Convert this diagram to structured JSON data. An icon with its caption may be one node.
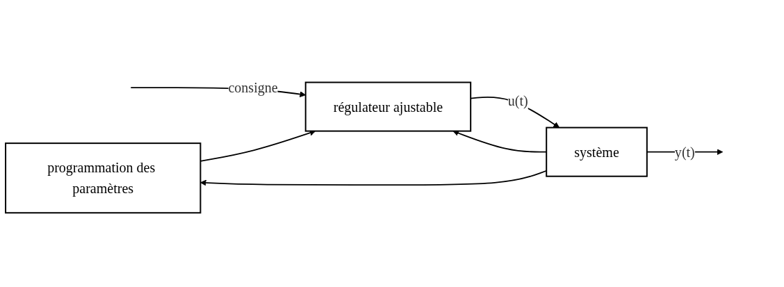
{
  "diagram": {
    "nodes": [
      {
        "text": [
          "programmation des paramètres"
        ]
      },
      {
        "text": [
          "régulateur ajustable"
        ]
      },
      {
        "text": [
          "système"
        ]
      }
    ],
    "edges": [
      {
        "from": null,
        "to": 1,
        "arrow": "to",
        "label": "consigne"
      },
      {
        "from": 0,
        "to": 1,
        "arrow": "to"
      },
      {
        "from": 1,
        "to": 2,
        "arrow": "to",
        "label": "u(t)"
      },
      {
        "from": 2,
        "to": null,
        "arrow": "to",
        "label": "y(t)"
      },
      {
        "from": 2,
        "to": 0,
        "arrow": "to"
      },
      {
        "from": 2,
        "to": 1,
        "arrow": "to"
      }
    ]
  }
}
